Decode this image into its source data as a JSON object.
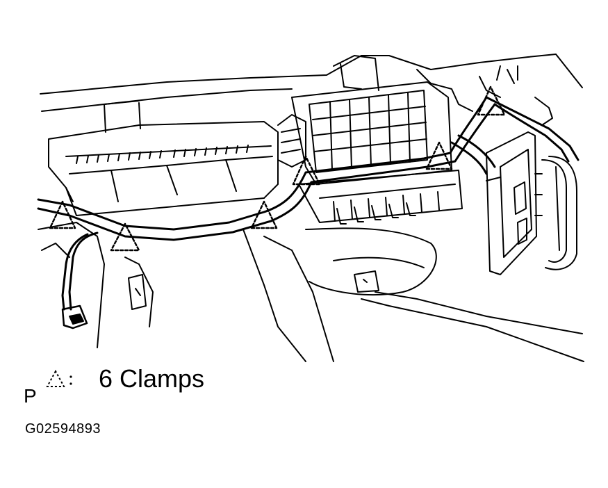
{
  "diagram": {
    "legend": {
      "symbol_icon": "dashed-triangle-clamp-icon",
      "text": "6 Clamps"
    },
    "view_letter": "P",
    "figure_id": "G02594893",
    "colors": {
      "line": "#000000",
      "background": "#ffffff"
    }
  }
}
